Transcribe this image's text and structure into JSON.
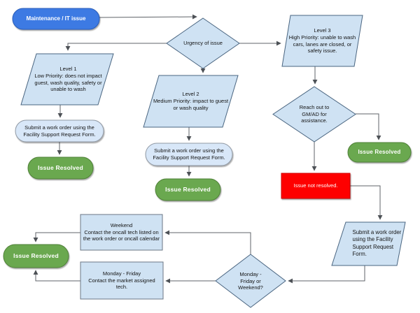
{
  "diagram": {
    "type": "flowchart",
    "topic": "Maintenance / IT issue escalation process"
  },
  "colors": {
    "start_blue": "#3d7ae3",
    "light_blue_fill": "#cfe2f3",
    "green": "#6aa84f",
    "red": "#fe0000",
    "connector_gray": "#5f6368"
  },
  "nodes": {
    "start": {
      "label": "Maintenance / IT issue"
    },
    "urgency": {
      "label": "Urgency of issue"
    },
    "level1": {
      "title": "Level 1",
      "body": "Low Priority: does not impact guest, wash quality, safety or unable to wash"
    },
    "level2": {
      "title": "Level 2",
      "body": "Medium Priority: impact to guest or wash quality"
    },
    "level3": {
      "title": "Level 3",
      "body": "High Priority: unable to wash cars, lanes are closed, or safety issue."
    },
    "submit_level1": {
      "label": "Submit a work order using the Facility Support Request Form."
    },
    "resolved1": {
      "label": "Issue Resolved"
    },
    "submit_level2": {
      "label": "Submit a work order using the Facility Support Request Form."
    },
    "resolved2": {
      "label": "Issue Resolved"
    },
    "gm_ad": {
      "label": "Reach out to GM/AD for assistance."
    },
    "resolved3": {
      "label": "Issue Resolved"
    },
    "not_resolved": {
      "label": "Issue not resolved."
    },
    "submit_high": {
      "label": "Submit a work order using the Facility Support Request Form."
    },
    "weekday_question": {
      "label": "Monday - Friday or Weekend?"
    },
    "weekend": {
      "title": "Weekend",
      "body": "Contact the oncall tech listed on the work order or oncall calendar"
    },
    "monday_friday": {
      "title": "Monday - Friday",
      "body": "Contact the market assigned tech."
    },
    "resolved4": {
      "label": "Issue Resolved"
    }
  },
  "edges": [
    {
      "from": "start",
      "to": "urgency"
    },
    {
      "from": "urgency",
      "to": "level1"
    },
    {
      "from": "urgency",
      "to": "level2"
    },
    {
      "from": "urgency",
      "to": "level3"
    },
    {
      "from": "level1",
      "to": "submit_level1"
    },
    {
      "from": "submit_level1",
      "to": "resolved1"
    },
    {
      "from": "level2",
      "to": "submit_level2"
    },
    {
      "from": "submit_level2",
      "to": "resolved2"
    },
    {
      "from": "level3",
      "to": "gm_ad"
    },
    {
      "from": "gm_ad",
      "to": "resolved3"
    },
    {
      "from": "gm_ad",
      "to": "not_resolved"
    },
    {
      "from": "not_resolved",
      "to": "submit_high"
    },
    {
      "from": "submit_high",
      "to": "weekday_question"
    },
    {
      "from": "weekday_question",
      "to": "weekend"
    },
    {
      "from": "weekday_question",
      "to": "monday_friday"
    },
    {
      "from": "weekend",
      "to": "resolved4"
    },
    {
      "from": "monday_friday",
      "to": "resolved4"
    }
  ]
}
